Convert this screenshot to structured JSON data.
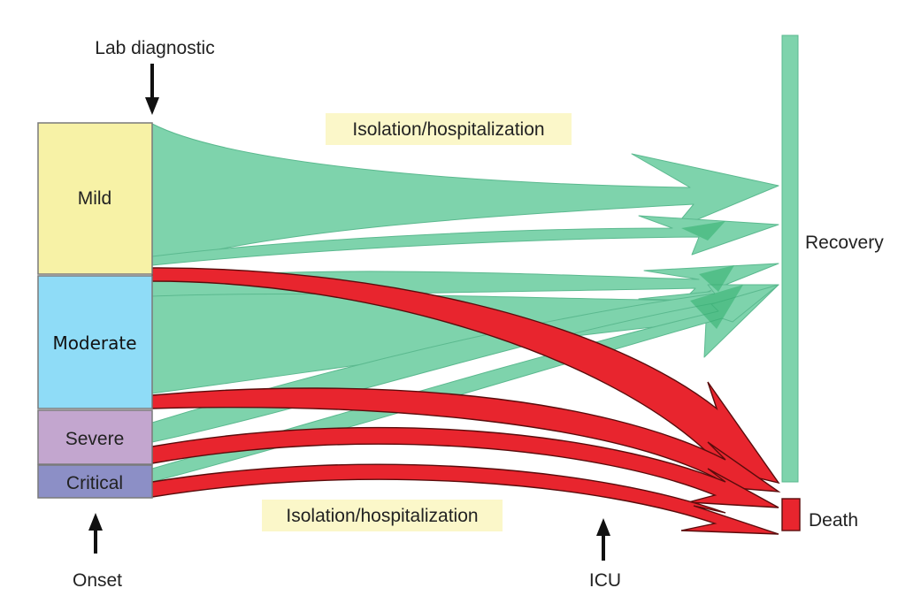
{
  "labels": {
    "lab_diagnostic": "Lab diagnostic",
    "onset": "Onset",
    "icu": "ICU",
    "isolation_top": "Isolation/hospitalization",
    "isolation_bottom": "Isolation/hospitalization",
    "recovery": "Recovery",
    "death": "Death"
  },
  "categories": [
    {
      "id": "mild",
      "label": "Mild",
      "color": "#f7f2a6"
    },
    {
      "id": "moderate",
      "label": "Moderate",
      "color": "#8fdcf7"
    },
    {
      "id": "severe",
      "label": "Severe",
      "color": "#c3a6cf"
    },
    {
      "id": "critical",
      "label": "Critical",
      "color": "#8c8fc6"
    }
  ],
  "colors": {
    "recovery_flow": "#7ed3ac",
    "recovery_flow_dark": "#2fae6e",
    "death_flow": "#e8252e",
    "death_outline": "#5a0c0c",
    "outcome_recovery": "#7ed3ac",
    "outcome_death": "#e8252e",
    "highlight": "#fbf7c9"
  }
}
